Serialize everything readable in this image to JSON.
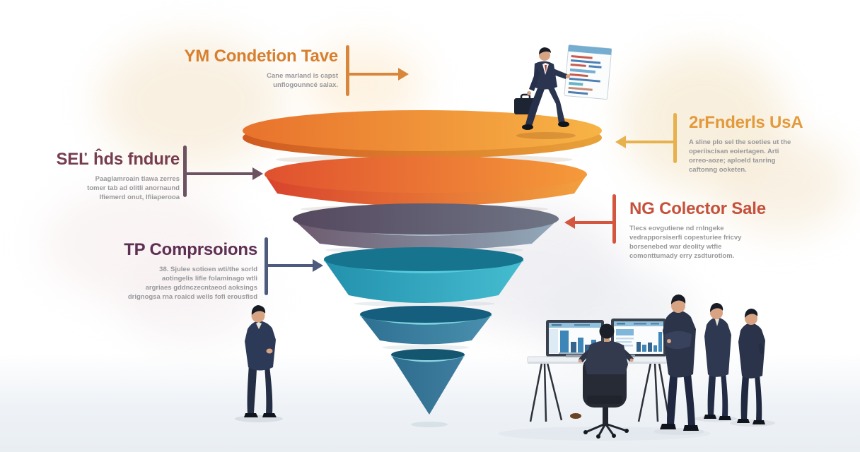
{
  "labels": [
    {
      "id": "top",
      "title": "YM Condetion Tave",
      "title_color": "#d77f2e",
      "connector_color": "#d8863c",
      "lines": [
        "Cane marland is capst",
        "unflogounncé salax."
      ]
    },
    {
      "id": "left-upper",
      "title": "SEĽ ĥds fndure",
      "title_color": "#763d4e",
      "connector_color": "#6d5361",
      "lines": [
        "Paaglamroain tlawa zerres",
        "tomer tab ad olitli anornaund",
        "Ifiemerd onut, Ifiiaperooa"
      ]
    },
    {
      "id": "left-lower",
      "title": "TP Comprsoions",
      "title_color": "#5d2f52",
      "connector_color": "#4e5b7d",
      "lines": [
        "38. Sjulee sotioen wti/the sorld",
        "aotingelis lifie folaminago wtli",
        "argriaes gddnczecntaeod aoksings",
        "drignogsa rna roaicd wells fofi erousfisd"
      ]
    },
    {
      "id": "right-upper",
      "title": "2rFnderls UsA",
      "title_color": "#e29a3b",
      "connector_color": "#e7b14e",
      "lines": [
        "A sline plo sel the soeties ut the",
        "operiiscisan eoiertagen. Arti",
        "orreo-aoze; aploeld tanring",
        "caftonng ooketen."
      ]
    },
    {
      "id": "right-lower",
      "title": "NG Colector Sale",
      "title_color": "#c6503c",
      "connector_color": "#d4563f",
      "lines": [
        "Tlecs eovgutiene nd rnlngeke",
        "vedrapporsiserfi copesturiee fricvy",
        "borsenebed war deolity wtfie",
        "comonttumady erry zsdturotlom."
      ]
    }
  ],
  "funnel": {
    "layers": [
      {
        "name": "stage-1-top-disc",
        "top_left": "#e8722c",
        "top_right": "#f7b446",
        "rim_left": "#cf5a20",
        "rim_right": "#e9a239"
      },
      {
        "name": "stage-2-disc",
        "top_left": "#e0512f",
        "top_right": "#f59a3a",
        "side_left": "#d8432d",
        "side_right": "#f2a03e"
      },
      {
        "name": "stage-3-slate-bowl",
        "top_left": "#55485e",
        "top_right": "#6f7586",
        "side_left": "#6e5a6e",
        "side_right": "#92aabb",
        "rim": "#aabdc9"
      },
      {
        "name": "stage-4-teal-bowl",
        "top": "#17748e",
        "side_left": "#2391ad",
        "side_right": "#45bcd0",
        "rim": "#55cbdc"
      },
      {
        "name": "stage-5-blue-bowl",
        "top": "#155e7d",
        "side_left": "#2e7092",
        "side_right": "#4a8fae",
        "rim": "#7ed2dd"
      },
      {
        "name": "stage-6-cone",
        "top": "#14566f",
        "side_left": "#2f6d8e",
        "side_right": "#3f7ea0",
        "rim": "#8ad5df"
      }
    ]
  },
  "scene": {
    "suit_color": "#2b3550",
    "suit_dark": "#1f2840",
    "skin": "#d7a383",
    "hair": "#171c26",
    "monitor_frame": "#3a414d",
    "monitor_header": "#8fc0dc",
    "monitor_bar": "#3e86b8",
    "document_header": "#74add0",
    "document_red": "#c75b4d",
    "document_blue": "#4e7fb5"
  }
}
